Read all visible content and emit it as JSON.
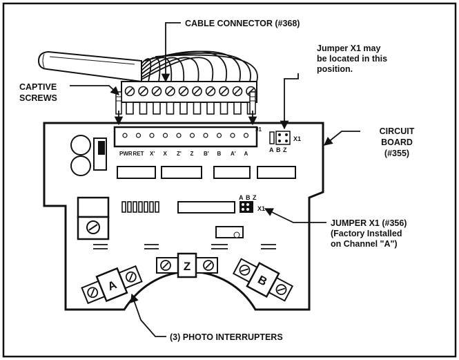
{
  "labels": {
    "cable_connector": "CABLE CONNECTOR (#368)",
    "jumper_note_1": "Jumper X1 may",
    "jumper_note_2": "be located in this",
    "jumper_note_3": "position.",
    "captive_1": "CAPTIVE",
    "captive_2": "SCREWS",
    "circuit_1": "CIRCUIT",
    "circuit_2": "BOARD",
    "circuit_3": "(#355)",
    "jumper_main_1": "JUMPER X1 (#356)",
    "jumper_main_2": "(Factory Installed",
    "jumper_main_3": "on Channel \"A\")",
    "photo": "(3) PHOTO INTERRUPTERS"
  },
  "board": {
    "j1": "J1",
    "pins": [
      "PWR",
      "RET",
      "X'",
      "X",
      "Z'",
      "Z",
      "B'",
      "B",
      "A'",
      "A"
    ],
    "jumper_top": {
      "letters": [
        "A",
        "B",
        "Z"
      ],
      "name": "X1"
    },
    "jumper_mid": {
      "letters": [
        "A",
        "B",
        "Z"
      ],
      "name": "X1"
    },
    "sensors": [
      "A",
      "Z",
      "B"
    ]
  }
}
